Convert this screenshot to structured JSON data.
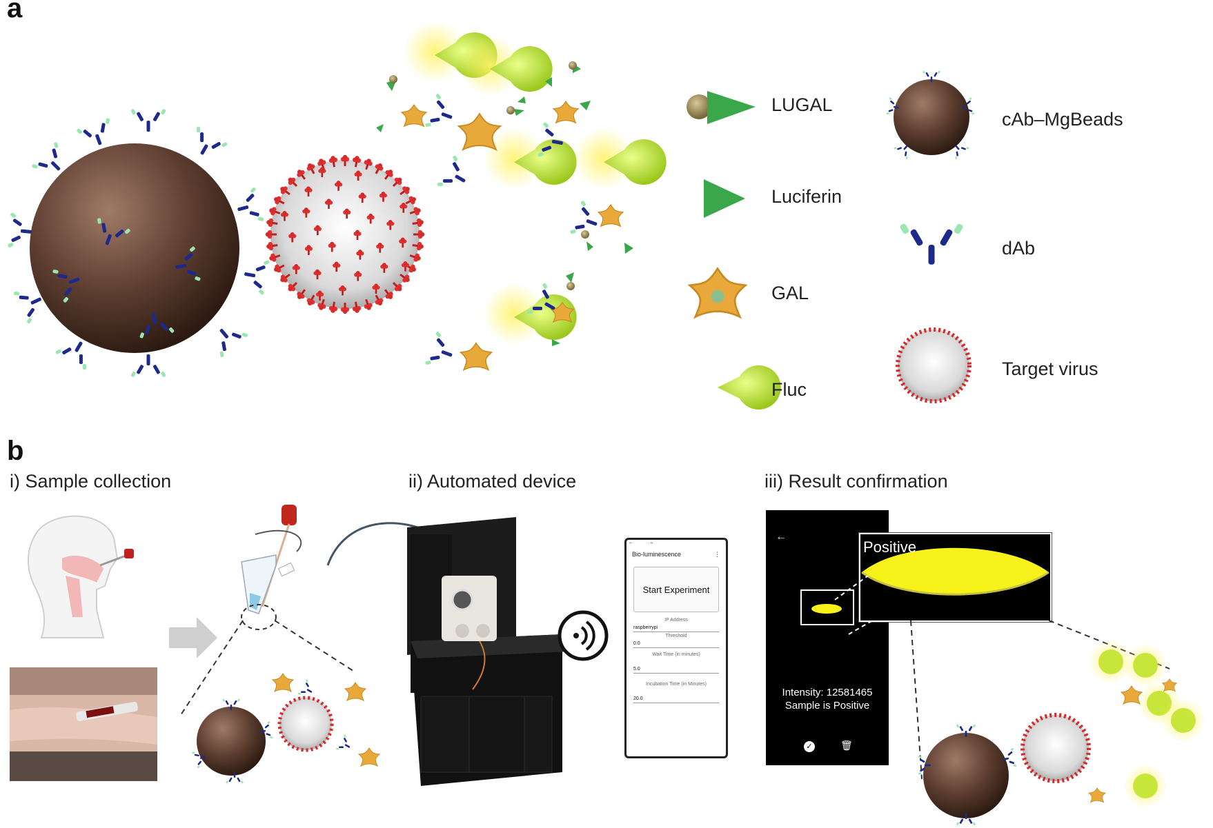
{
  "panel_a": {
    "letter": "a",
    "legend": {
      "lugal": "LUGAL",
      "luciferin": "Luciferin",
      "gal": "GAL",
      "fluc": "Fluc",
      "cab_mgbeads": "cAb–MgBeads",
      "dab": "dAb",
      "target_virus": "Target virus"
    }
  },
  "panel_b": {
    "letter": "b",
    "step1": "i) Sample collection",
    "step2": "ii) Automated device",
    "step3": "iii) Result confirmation",
    "app": {
      "title": "Bio-luminescence",
      "start_button": "Start Experiment",
      "ip_label": "IP Address",
      "ip_value": "raspberrypi",
      "threshold_label": "Threshold",
      "threshold_value": "0.0",
      "wait_label": "Wait Time (in minutes)",
      "wait_value": "5.0",
      "incubation_label": "Incubation Time (in Minutes)",
      "incubation_value": "20.0"
    },
    "result": {
      "inset_label": "Positive",
      "intensity": "Intensity: 12581465",
      "status": "Sample is Positive"
    }
  },
  "colors": {
    "bead": "#5a3b2e",
    "virus_spike": "#d42a2a",
    "gal": "#e8a83a",
    "fluc": "#c8e63a",
    "luciferin": "#3aa84a",
    "antibody_dark": "#1e2a8a",
    "antibody_tip": "#9ae6b0",
    "signal_yellow": "#f6f21a"
  }
}
